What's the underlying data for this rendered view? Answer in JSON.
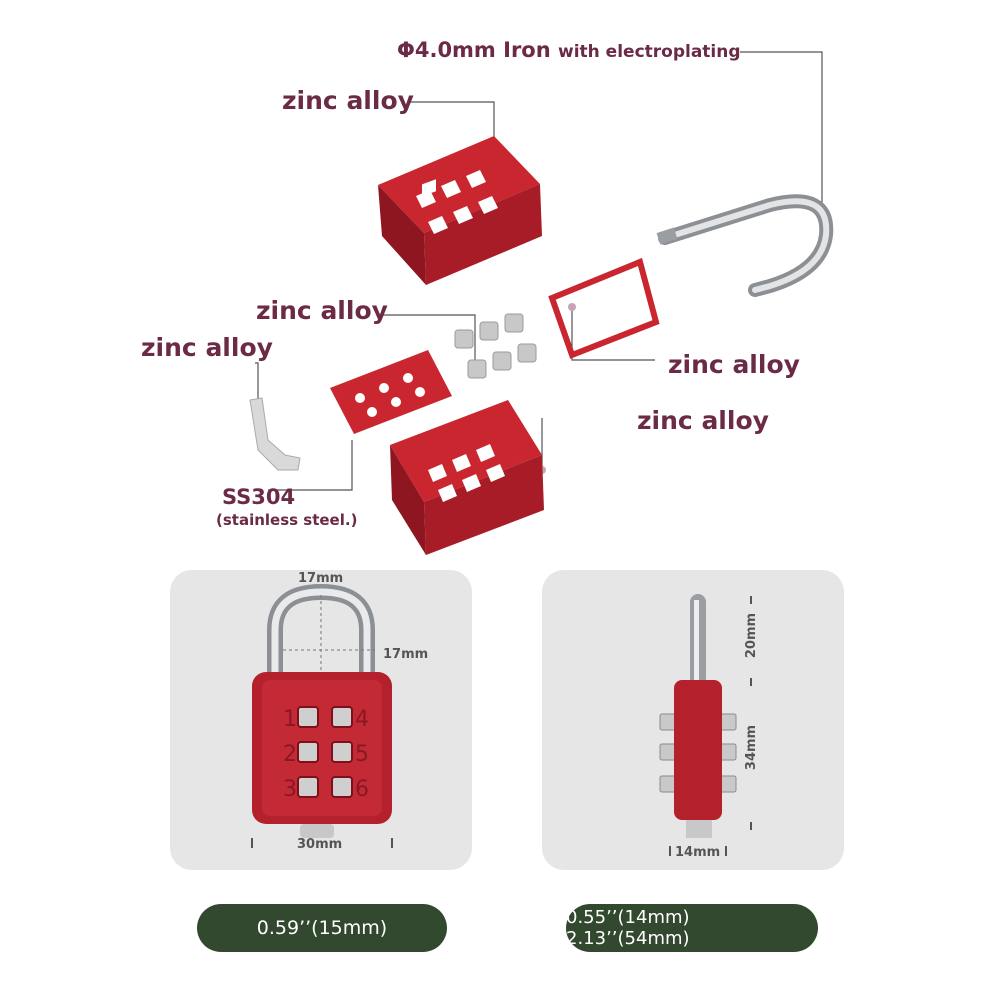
{
  "labels": {
    "shackle_material": "Φ4.0mm Iron",
    "shackle_material_note": "with electroplating",
    "top_cover": "zinc alloy",
    "button_set": "zinc alloy",
    "clip": "zinc alloy",
    "frame": "zinc alloy",
    "bottom_housing": "zinc alloy",
    "pin_material": "SS304",
    "pin_material_note": "(stainless steel.)"
  },
  "front_view": {
    "width_top": "17mm",
    "height_shackle": "17mm",
    "width_body": "30mm",
    "digits": [
      "1",
      "2",
      "3",
      "4",
      "5",
      "6"
    ]
  },
  "side_view": {
    "shackle_height": "20mm",
    "body_height": "34mm",
    "thickness": "14mm"
  },
  "badges": {
    "left": "0.59’’(15mm)",
    "right": "0.55’’(14mm) 2.13’’(54mm)"
  },
  "colors": {
    "lock_red": "#b5202d",
    "label_text": "#6b2a45",
    "badge_bg": "#33492f",
    "panel_bg": "#e6e6e6"
  }
}
